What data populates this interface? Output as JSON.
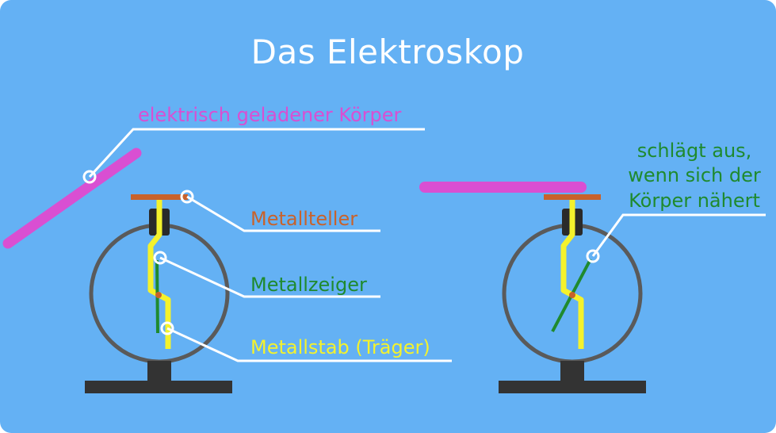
{
  "title": "Das Elektroskop",
  "labels": {
    "charged_body": "elektrisch geladener Körper",
    "metal_plate": "Metallteller",
    "metal_pointer": "Metallzeiger",
    "metal_rod": "Metallstab (Träger)",
    "deflection_line1": "schlägt aus,",
    "deflection_line2": "wenn sich der",
    "deflection_line3": "Körper nähert"
  },
  "colors": {
    "background": "#64b1f4",
    "charged_body": "#d94fd2",
    "metal_plate": "#c8622b",
    "metal_pointer": "#1f8a2e",
    "metal_rod": "#f4f22c",
    "housing": "#5a5a5a",
    "base": "#333333",
    "callout": "#ffffff"
  }
}
